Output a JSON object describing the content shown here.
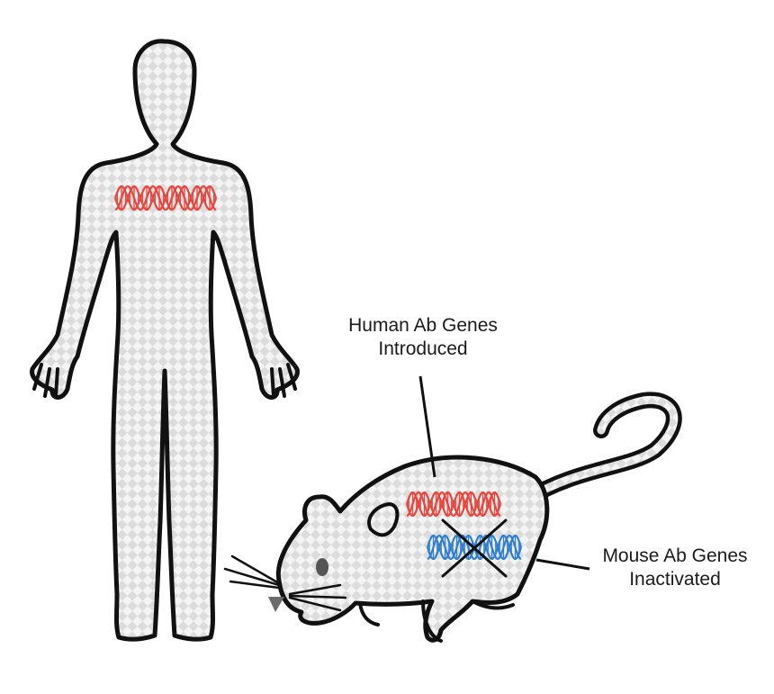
{
  "labels": {
    "human_genes": [
      "Human Ab Genes",
      "Introduced"
    ],
    "mouse_genes": [
      "Mouse Ab Genes",
      "Inactivated"
    ]
  },
  "colors": {
    "background": "#ffffff",
    "checker_light": "#f4f4f4",
    "checker_dark": "#dcdcdc",
    "outline": "#111111",
    "human_dna": "#e8453c",
    "mouse_dna": "#2f7fd1",
    "mouse_nose": "#6b6b6b",
    "mouse_eye": "#555555"
  },
  "icons": {
    "human_figure": "human-silhouette-icon",
    "mouse_figure": "mouse-silhouette-icon",
    "dna": "dna-helix-icon",
    "cross": "cross-mark-icon"
  }
}
